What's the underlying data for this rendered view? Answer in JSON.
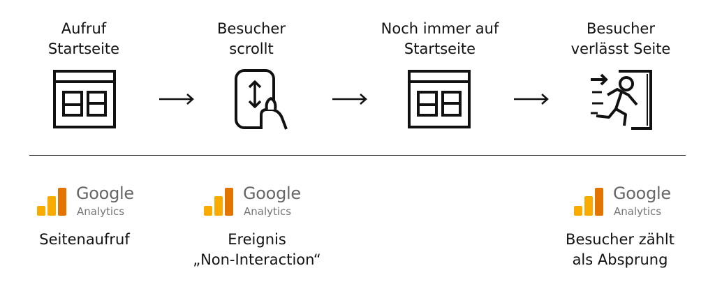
{
  "steps": [
    {
      "line1": "Aufruf",
      "line2": "Startseite",
      "icon": "browser-window-icon"
    },
    {
      "line1": "Besucher",
      "line2": "scrollt",
      "icon": "phone-scroll-icon"
    },
    {
      "line1": "Noch immer auf",
      "line2": "Startseite",
      "icon": "browser-window-icon"
    },
    {
      "line1": "Besucher",
      "line2": "verlässt Seite",
      "icon": "exit-running-icon"
    }
  ],
  "arrow_icon": "arrow-right-icon",
  "analytics": {
    "brand": "Google",
    "product": "Analytics",
    "colors": {
      "dark": "#E37400",
      "light": "#F9AB00"
    }
  },
  "results": [
    {
      "line1": "Seitenaufruf",
      "line2": ""
    },
    {
      "line1": "Ereignis",
      "line2": "„Non-Interaction“"
    },
    {
      "line1": "Besucher zählt",
      "line2": "als Absprung"
    }
  ]
}
